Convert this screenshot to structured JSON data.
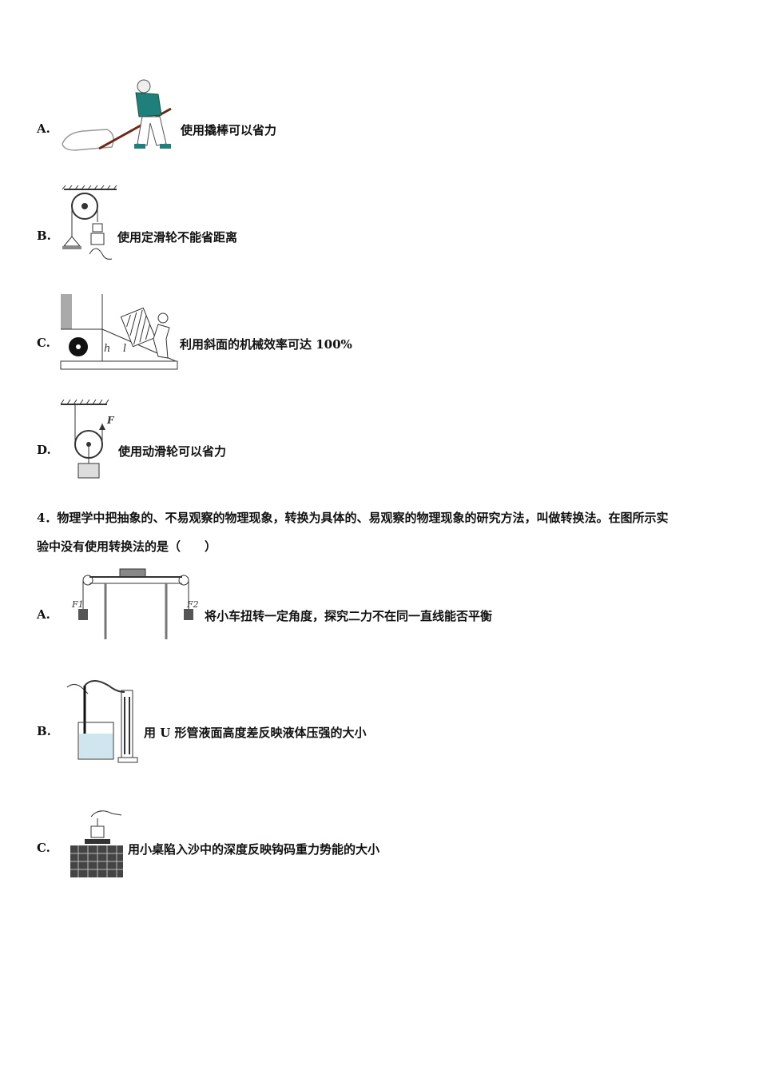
{
  "q3_options": [
    {
      "label": "A.",
      "text": "使用撬棒可以省力"
    },
    {
      "label": "B.",
      "text": "使用定滑轮不能省距离"
    },
    {
      "label": "C.",
      "text": "利用斜面的机械效率可达 100%",
      "fig_labels": [
        "h",
        "l"
      ]
    },
    {
      "label": "D.",
      "text": "使用动滑轮可以省力",
      "fig_labels": [
        "F"
      ]
    }
  ],
  "q4": {
    "stem_line1": "4．物理学中把抽象的、不易观察的物理现象，转换为具体的、易观察的物理现象的研究方法，叫做转换法。在图所示实",
    "stem_line2": "验中没有使用转换法的是（　　）",
    "options": [
      {
        "label": "A.",
        "text": "将小车扭转一定角度，探究二力不在同一直线能否平衡",
        "fig_labels": [
          "F1",
          "F2"
        ]
      },
      {
        "label": "B.",
        "text": "用 U 形管液面高度差反映液体压强的大小"
      },
      {
        "label": "C.",
        "text": "用小桌陷入沙中的深度反映钩码重力势能的大小"
      }
    ]
  }
}
